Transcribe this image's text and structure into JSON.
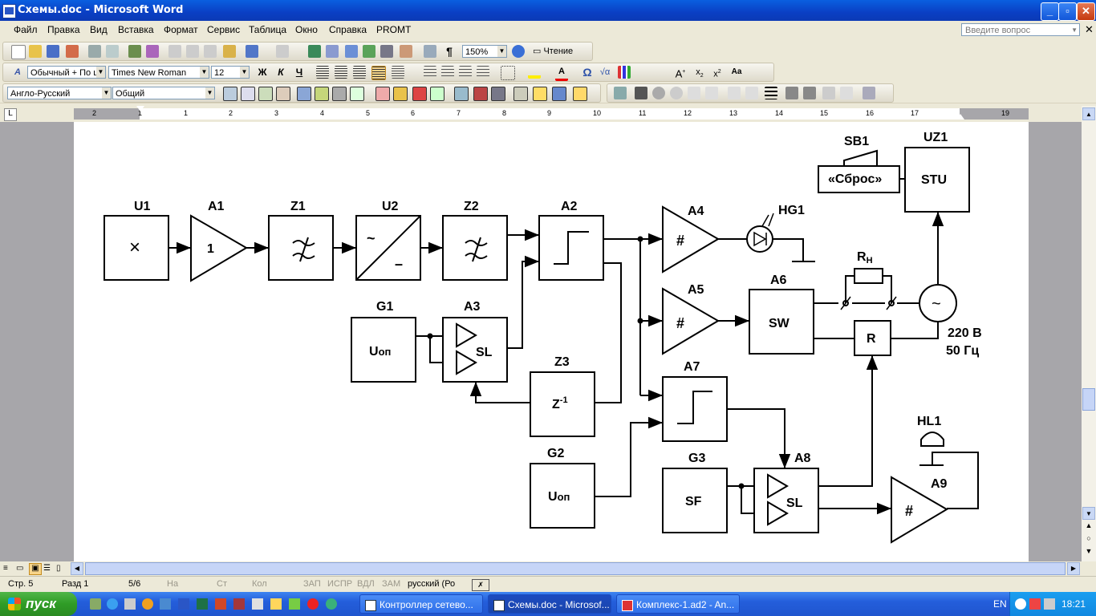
{
  "window": {
    "title": "Схемы.doc - Microsoft Word",
    "minimize": "_",
    "maximize": "▫",
    "close": "✕"
  },
  "menu": {
    "items": [
      "Файл",
      "Правка",
      "Вид",
      "Вставка",
      "Формат",
      "Сервис",
      "Таблица",
      "Окно",
      "Справка",
      "PROMT"
    ],
    "question_placeholder": "Введите вопрос"
  },
  "toolbar1": {
    "zoom": "150%",
    "reading": "Чтение"
  },
  "toolbar2": {
    "style": "Обычный + По ц",
    "font": "Times New Roman",
    "size": "12",
    "bold": "Ж",
    "italic": "К",
    "underline": "Ч"
  },
  "toolbar3": {
    "dictionary": "Англо-Русский",
    "subject": "Общий"
  },
  "ruler": {
    "numbers": [
      "2",
      "1",
      "1",
      "2",
      "3",
      "4",
      "5",
      "6",
      "7",
      "8",
      "9",
      "10",
      "11",
      "12",
      "13",
      "14",
      "15",
      "16",
      "17",
      "19"
    ]
  },
  "diagram": {
    "labels": {
      "U1": "U1",
      "A1": "A1",
      "Z1": "Z1",
      "U2": "U2",
      "Z2": "Z2",
      "A2": "A2",
      "A4": "A4",
      "HG1": "HG1",
      "SB1": "SB1",
      "UZ1": "UZ1",
      "sbros": "«Сброс»",
      "STU": "STU",
      "Rn_main": "R",
      "Rn_sub": "Н",
      "A5": "A5",
      "A6": "A6",
      "SW": "SW",
      "R": "R",
      "volt": "220 В",
      "hz": "50 Гц",
      "G1": "G1",
      "A3": "A3",
      "Uop": "U",
      "op": "оп",
      "SL": "SL",
      "Z3": "Z3",
      "zinv": "Z",
      "zexp": "-1",
      "A7": "A7",
      "G2": "G2",
      "G3": "G3",
      "SF": "SF",
      "A8": "A8",
      "A9": "A9",
      "HL1": "HL1",
      "one": "1",
      "hash": "#",
      "times": "×",
      "tilde": "~",
      "minus": "–"
    }
  },
  "status": {
    "page": "Стр. 5",
    "section": "Разд 1",
    "pages": "5/6",
    "at": "На",
    "line": "Ст",
    "col": "Кол",
    "rec": "ЗАП",
    "track": "ИСПР",
    "ext": "ВДЛ",
    "ovr": "ЗАМ",
    "lang": "русский (Ро"
  },
  "taskbar": {
    "start": "пуск",
    "tasks": [
      "Контроллер сетево...",
      "Схемы.doc - Microsof...",
      "Комплекс-1.ad2 - An..."
    ],
    "lang": "EN",
    "time": "18:21"
  }
}
